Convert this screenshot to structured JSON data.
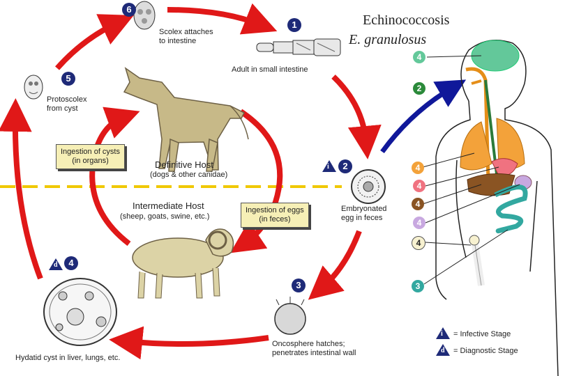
{
  "title": {
    "main": "Echinococcosis",
    "species": "E. granulosus"
  },
  "stages": {
    "s1": {
      "num": "1",
      "label": "Adult in small intestine"
    },
    "s2": {
      "num": "2",
      "label": "Embryonated\negg in feces"
    },
    "s3": {
      "num": "3",
      "label": "Oncosphere hatches;\npenetrates intestinal wall"
    },
    "s4": {
      "num": "4",
      "label": "Hydatid cyst in liver, lungs, etc."
    },
    "s5": {
      "num": "5",
      "label": "Protoscolex\nfrom cyst"
    },
    "s6": {
      "num": "6",
      "label": "Scolex attaches\nto intestine"
    }
  },
  "hosts": {
    "definitive": {
      "title": "Definitive Host",
      "sub": "(dogs & other canidae)"
    },
    "intermediate": {
      "title": "Intermediate Host",
      "sub": "(sheep, goats, swine, etc.)"
    }
  },
  "boxes": {
    "cysts": "Ingestion of cysts\n(in organs)",
    "eggs": "Ingestion of eggs\n(in feces)"
  },
  "body_labels": [
    "4",
    "2",
    "4",
    "4",
    "4",
    "4",
    "4",
    "3"
  ],
  "legend": {
    "i_symbol": "i",
    "d_symbol": "d",
    "infective": "= Infective Stage",
    "diagnostic": "= Diagnostic Stage"
  },
  "colors": {
    "arrow_red": "#e01818",
    "arrow_blue": "#10189a",
    "badge": "#1e2a78",
    "box": "#f6efb6",
    "divider": "#f0c800"
  }
}
